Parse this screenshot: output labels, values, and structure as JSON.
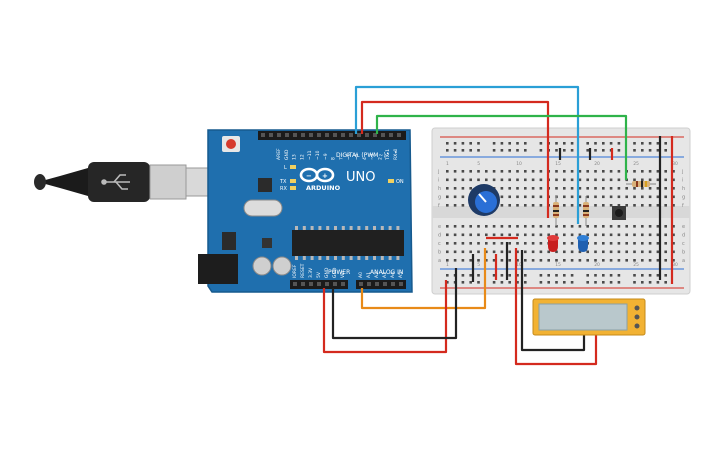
{
  "board": {
    "brand": "ARDUINO",
    "model": "UNO",
    "digital_header": "DIGITAL (PWM~)",
    "power_header": "POWER",
    "analog_header": "ANALOG IN",
    "led_tx": "TX",
    "led_rx": "RX",
    "led_l": "L",
    "led_on": "ON",
    "digital_pins": [
      "AREF",
      "GND",
      "13",
      "12",
      "~11",
      "~10",
      "~9",
      "8",
      "7",
      "~6",
      "~5",
      "4",
      "~3",
      "2",
      "TX▸1",
      "RX◂0"
    ],
    "power_pins": [
      "IOREF",
      "RESET",
      "3.3V",
      "5V",
      "GND",
      "GND",
      "Vin"
    ],
    "analog_pins": [
      "A0",
      "A1",
      "A2",
      "A3",
      "A4",
      "A5"
    ]
  },
  "breadboard": {
    "row_letters_top": [
      "j",
      "i",
      "h",
      "g",
      "f"
    ],
    "row_letters_bottom": [
      "e",
      "d",
      "c",
      "b",
      "a"
    ],
    "column_numbers": [
      "1",
      "",
      "",
      "",
      "5",
      "",
      "",
      "",
      "",
      "10",
      "",
      "",
      "",
      "",
      "15",
      "",
      "",
      "",
      "",
      "20",
      "",
      "",
      "",
      "",
      "25",
      "",
      "",
      "",
      "",
      "30"
    ]
  },
  "colors": {
    "wire_red": "#d42a1e",
    "wire_black": "#222222",
    "wire_blue": "#2a9fd6",
    "wire_green": "#2fb34a",
    "wire_orange": "#e88a18",
    "board_blue": "#1f6fae",
    "lcd_frame": "#f2b233"
  }
}
